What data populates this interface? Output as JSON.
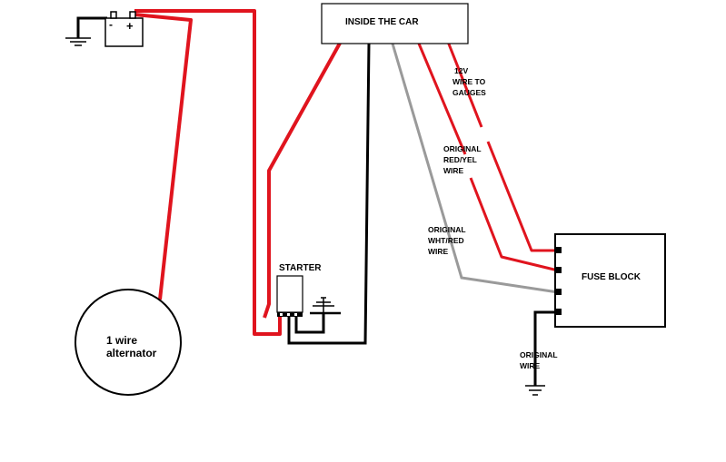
{
  "labels": {
    "inside_car": "INSIDE THE CAR",
    "wire_gauges": [
      "12V",
      "WIRE TO",
      "GAUGES"
    ],
    "red_yel": [
      "ORIGINAL",
      "RED/YEL",
      "WIRE"
    ],
    "wht_red": [
      "ORIGINAL",
      "WHT/RED",
      "WIRE"
    ],
    "fuse_block": "FUSE BLOCK",
    "starter": "STARTER",
    "alternator": [
      "1 wire",
      "alternator"
    ],
    "original_wire": [
      "ORIGINAL",
      "WIRE"
    ],
    "battery_minus": "-",
    "battery_plus": "+"
  },
  "colors": {
    "red_wire": "#e0141e",
    "black_wire": "#000000",
    "gray_wire": "#9a9a9a"
  }
}
